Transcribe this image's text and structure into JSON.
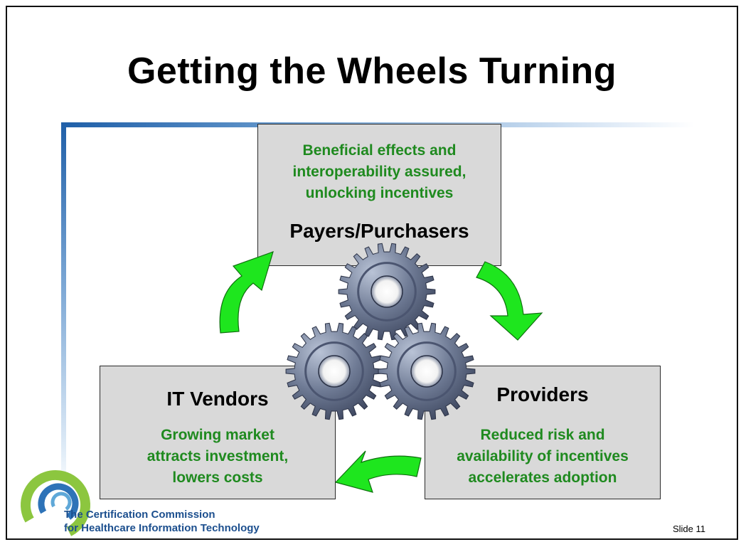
{
  "slide": {
    "title": "Getting the Wheels Turning",
    "slide_number": "Slide 11"
  },
  "boxes": {
    "top": {
      "heading": "Payers/Purchasers",
      "lines": [
        "Beneficial effects and",
        "interoperability assured,",
        "unlocking incentives"
      ]
    },
    "left": {
      "heading": "IT Vendors",
      "lines": [
        "Growing market",
        "attracts investment,",
        "lowers costs"
      ]
    },
    "right": {
      "heading": "Providers",
      "lines": [
        "Reduced risk and",
        "availability of incentives",
        "accelerates adoption"
      ]
    }
  },
  "logo": {
    "line1": "The Certification Commission",
    "line2": "for Healthcare Information Technology"
  },
  "colors": {
    "accent_green": "#1f8a1f",
    "arrow_green": "#1ee61e",
    "box_fill": "#d9d9d9",
    "rule_blue": "#1f5fa8"
  }
}
